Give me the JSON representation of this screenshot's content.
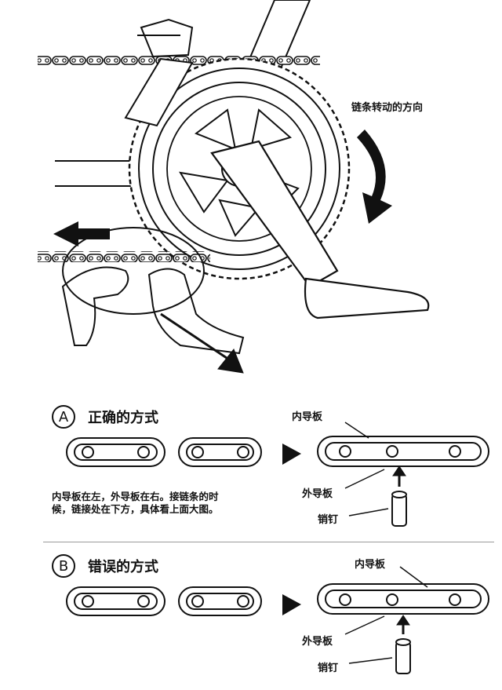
{
  "top": {
    "rotation_label": "链条转动的方向"
  },
  "section_a": {
    "badge": "A",
    "title": "正确的方式",
    "note_line1": "内导板在左，外导板在右。接链条的时",
    "note_line2": "候，链接处在下方，具体看上面大图。",
    "inner_plate": "内导板",
    "outer_plate": "外导板",
    "pin": "销钉"
  },
  "section_b": {
    "badge": "B",
    "title": "错误的方式",
    "inner_plate": "内导板",
    "outer_plate": "外导板",
    "pin": "销钉"
  },
  "colors": {
    "ink": "#111111",
    "paper": "#ffffff",
    "divider": "#9a9a9a"
  }
}
